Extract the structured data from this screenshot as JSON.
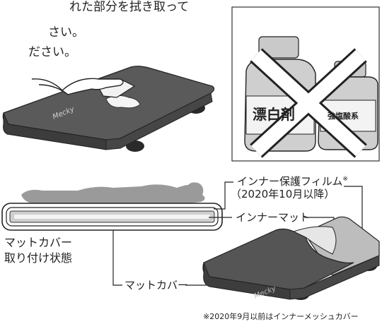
{
  "instructions": {
    "line1": "れた部分を拭き取って",
    "line2": "さい。",
    "line3": "ださい。"
  },
  "bottles": {
    "left_label": "漂白剤",
    "right_label": "強塩酸系"
  },
  "mattress_brand": "Mecky",
  "labels": {
    "inner_film_line1": "インナー保護フィルム",
    "inner_film_mark": "※",
    "inner_film_line2": "（2020年10月以降）",
    "inner_mat": "インナーマット",
    "cover_attached_line1": "マットカバー",
    "cover_attached_line2": "取り付け状態",
    "mat_cover": "マットカバー"
  },
  "footnote": "※2020年9月以前はインナーメッシュカバー",
  "colors": {
    "mattress": "#555555",
    "mattress_dark": "#3d3d3d",
    "outline": "#222222",
    "body_silhouette": "#9a9a9a",
    "inner_layer": "#bdbdbd",
    "caster": "#2a2a2a"
  }
}
